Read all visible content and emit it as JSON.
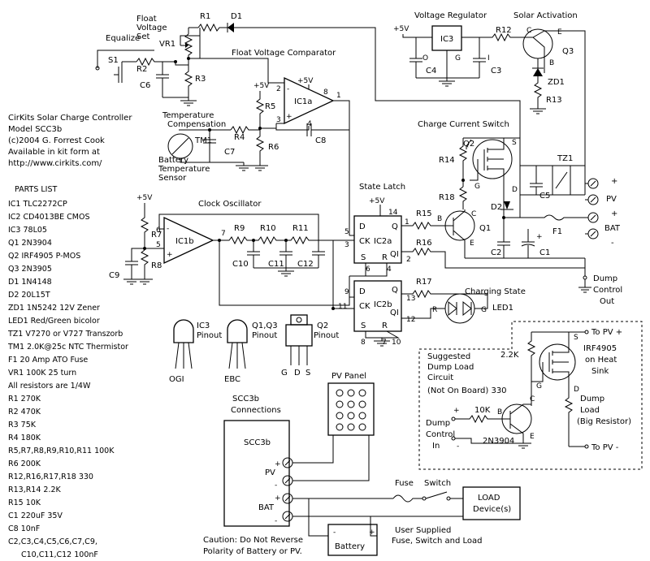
{
  "header": {
    "title": "CirKits Solar Charge Controller",
    "model": "Model SCC3b",
    "copyright": "(c)2004 G. Forrest Cook",
    "kit": "Available in kit form at",
    "url": "http://www.cirkits.com/"
  },
  "parts": {
    "heading": "PARTS LIST",
    "items": [
      "IC1  TLC2272CP",
      "IC2  CD4013BE CMOS",
      "IC3  78L05",
      "Q1  2N3904",
      "Q2  IRF4905 P-MOS",
      "Q3  2N3905",
      "D1  1N4148",
      "D2  20L15T",
      "ZD1  1N5242 12V Zener",
      "LED1  Red/Green bicolor",
      "TZ1  V7270 or V727 Transzorb",
      "TM1  2.0K@25c NTC Thermistor",
      "F1  20 Amp ATO Fuse",
      "VR1  100K 25 turn",
      "All resistors are 1/4W",
      "R1  270K",
      "R2  470K",
      "R3  75K",
      "R4  180K",
      "R5,R7,R8,R9,R10,R11  100K",
      "R6  200K",
      "R12,R16,R17,R18 330",
      "R13,R14  2.2K",
      "R15  10K",
      "C1  220uF 35V",
      "C8  10nF",
      "C2,C3,C4,C5,C6,C7,C9,",
      "C10,C11,C12  100nF"
    ]
  },
  "sections": {
    "float_set": [
      "Float",
      "Voltage",
      "Set"
    ],
    "equalize": "Equalize",
    "float_comparator": "Float Voltage Comparator",
    "voltage_regulator": "Voltage Regulator",
    "solar_activation": "Solar Activation",
    "temp_comp": [
      "Temperature",
      "Compensation"
    ],
    "battery_temp": [
      "Battery",
      "Temperature",
      "Sensor"
    ],
    "charge_switch": "Charge Current Switch",
    "state_latch": "State Latch",
    "clock": "Clock Oscillator",
    "charging_state": "Charging State",
    "dump_out": [
      "Dump",
      "Control",
      "Out"
    ]
  },
  "labels": {
    "plus5": "+5V",
    "R1": "R1",
    "D1": "D1",
    "VR1": "VR1",
    "S1": "S1",
    "R2": "R2",
    "R3": "R3",
    "C6": "C6",
    "R5": "R5",
    "R4": "R4",
    "R6": "R6",
    "TM1": "TM1",
    "C7": "C7",
    "C8": "C8",
    "IC1a": "IC1a",
    "IC1b": "IC1b",
    "IC3": "IC3",
    "C4": "C4",
    "C3": "C3",
    "R12": "R12",
    "Q3": "Q3",
    "ZD1": "ZD1",
    "R13": "R13",
    "Q2": "Q2",
    "R14": "R14",
    "R18": "R18",
    "D2": "D2",
    "TZ1": "TZ1",
    "C5": "C5",
    "F1": "F1",
    "C2": "C2",
    "C1": "C1",
    "Q1": "Q1",
    "R15": "R15",
    "R16": "R16",
    "R17": "R17",
    "IC2a": "IC2a",
    "IC2b": "IC2b",
    "LED1": "LED1",
    "R7": "R7",
    "R8": "R8",
    "C9": "C9",
    "R9": "R9",
    "R10": "R10",
    "R11": "R11",
    "C10": "C10",
    "C11": "C11",
    "C12": "C12",
    "PV": "PV",
    "BAT": "BAT",
    "O": "O",
    "G": "G",
    "I": "I",
    "E": "E",
    "B": "B",
    "C": "C",
    "S": "S",
    "D": "D",
    "CK": "CK",
    "Q": "Q",
    "QI": "QI",
    "R": "R"
  },
  "pins": {
    "p1": "1",
    "p2": "2",
    "p3": "3",
    "p4": "4",
    "p5": "5",
    "p6": "6",
    "p7": "7",
    "p8": "8",
    "p9": "9",
    "p10": "10",
    "p11": "11",
    "p12": "12",
    "p13": "13",
    "p14": "14"
  },
  "pinouts": {
    "ic3": [
      "IC3",
      "Pinout"
    ],
    "ic3_pins": "OGI",
    "q13": [
      "Q1,Q3",
      "Pinout"
    ],
    "q13_pins": "EBC",
    "q2": [
      "Q2",
      "Pinout"
    ],
    "q2_pins": [
      "G",
      "D",
      "S"
    ]
  },
  "dump_load": {
    "to_pv_plus": "To PV +",
    "to_pv_minus": "To PV -",
    "suggested": [
      "Suggested",
      "Dump Load",
      "Circuit",
      "(Not On Board) 330"
    ],
    "r22k": "2.2K",
    "r10k": "10K",
    "irf": [
      "IRF4905",
      "on Heat",
      "Sink"
    ],
    "load": [
      "Dump",
      "Load",
      "(Big Resistor)"
    ],
    "control": [
      "Dump",
      "Control",
      "In"
    ],
    "transistor": "2N3904"
  },
  "connections": {
    "pv_panel": "PV Panel",
    "title": [
      "SCC3b",
      "Connections"
    ],
    "board": "SCC3b",
    "pv": "PV",
    "bat": "BAT",
    "fuse": "Fuse",
    "switch": "Switch",
    "load": [
      "LOAD",
      "Device(s)"
    ],
    "battery": "Battery",
    "user_supplied": [
      "User Supplied",
      "Fuse, Switch and Load"
    ],
    "caution": [
      "Caution: Do Not Reverse",
      "Polarity of Battery or PV."
    ]
  }
}
